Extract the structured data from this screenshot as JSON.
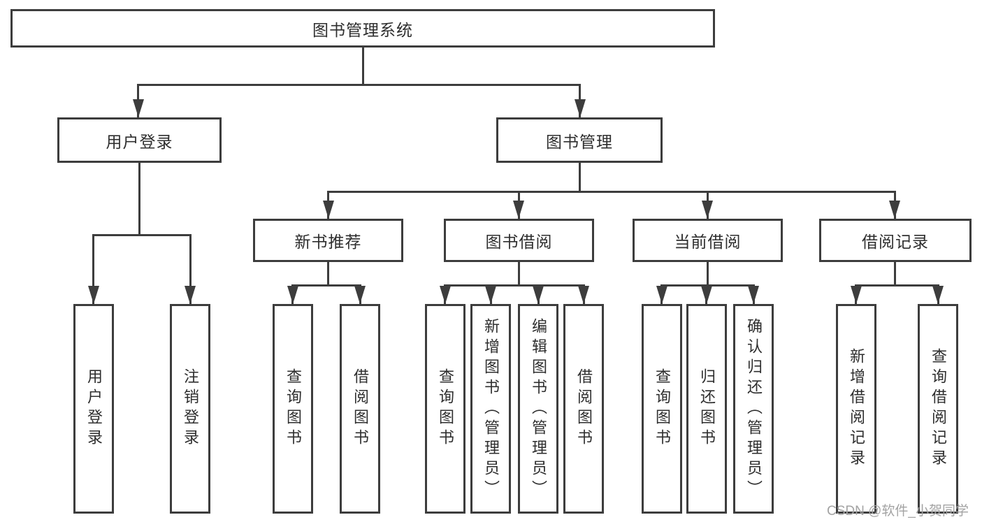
{
  "colors": {
    "line": "#3d3d3d",
    "box_border": "#3d3d3d",
    "box_fill": "#ffffff",
    "text": "#2e2e2e",
    "watermark_text": "#a3a3a3"
  },
  "tree": {
    "root": {
      "label": "图书管理系统"
    },
    "level2": [
      {
        "label": "用户登录"
      },
      {
        "label": "图书管理"
      }
    ],
    "level3": [
      {
        "label": "新书推荐",
        "parent": "图书管理"
      },
      {
        "label": "图书借阅",
        "parent": "图书管理"
      },
      {
        "label": "当前借阅",
        "parent": "图书管理"
      },
      {
        "label": "借阅记录",
        "parent": "图书管理"
      }
    ],
    "leaves": [
      {
        "label": "用户登录",
        "parent": "用户登录"
      },
      {
        "label": "注销登录",
        "parent": "用户登录"
      },
      {
        "label": "查询图书",
        "parent": "新书推荐"
      },
      {
        "label": "借阅图书",
        "parent": "新书推荐"
      },
      {
        "label": "查询图书",
        "parent": "图书借阅"
      },
      {
        "label": "新增图书（管理员）",
        "parent": "图书借阅"
      },
      {
        "label": "编辑图书（管理员）",
        "parent": "图书借阅"
      },
      {
        "label": "借阅图书",
        "parent": "图书借阅"
      },
      {
        "label": "查询图书",
        "parent": "当前借阅"
      },
      {
        "label": "归还图书",
        "parent": "当前借阅"
      },
      {
        "label": "确认归还（管理员）",
        "parent": "当前借阅"
      },
      {
        "label": "新增借阅记录",
        "parent": "借阅记录"
      },
      {
        "label": "查询借阅记录",
        "parent": "借阅记录"
      }
    ]
  },
  "watermark": {
    "text": "CSDN @软件_小贺同学"
  }
}
